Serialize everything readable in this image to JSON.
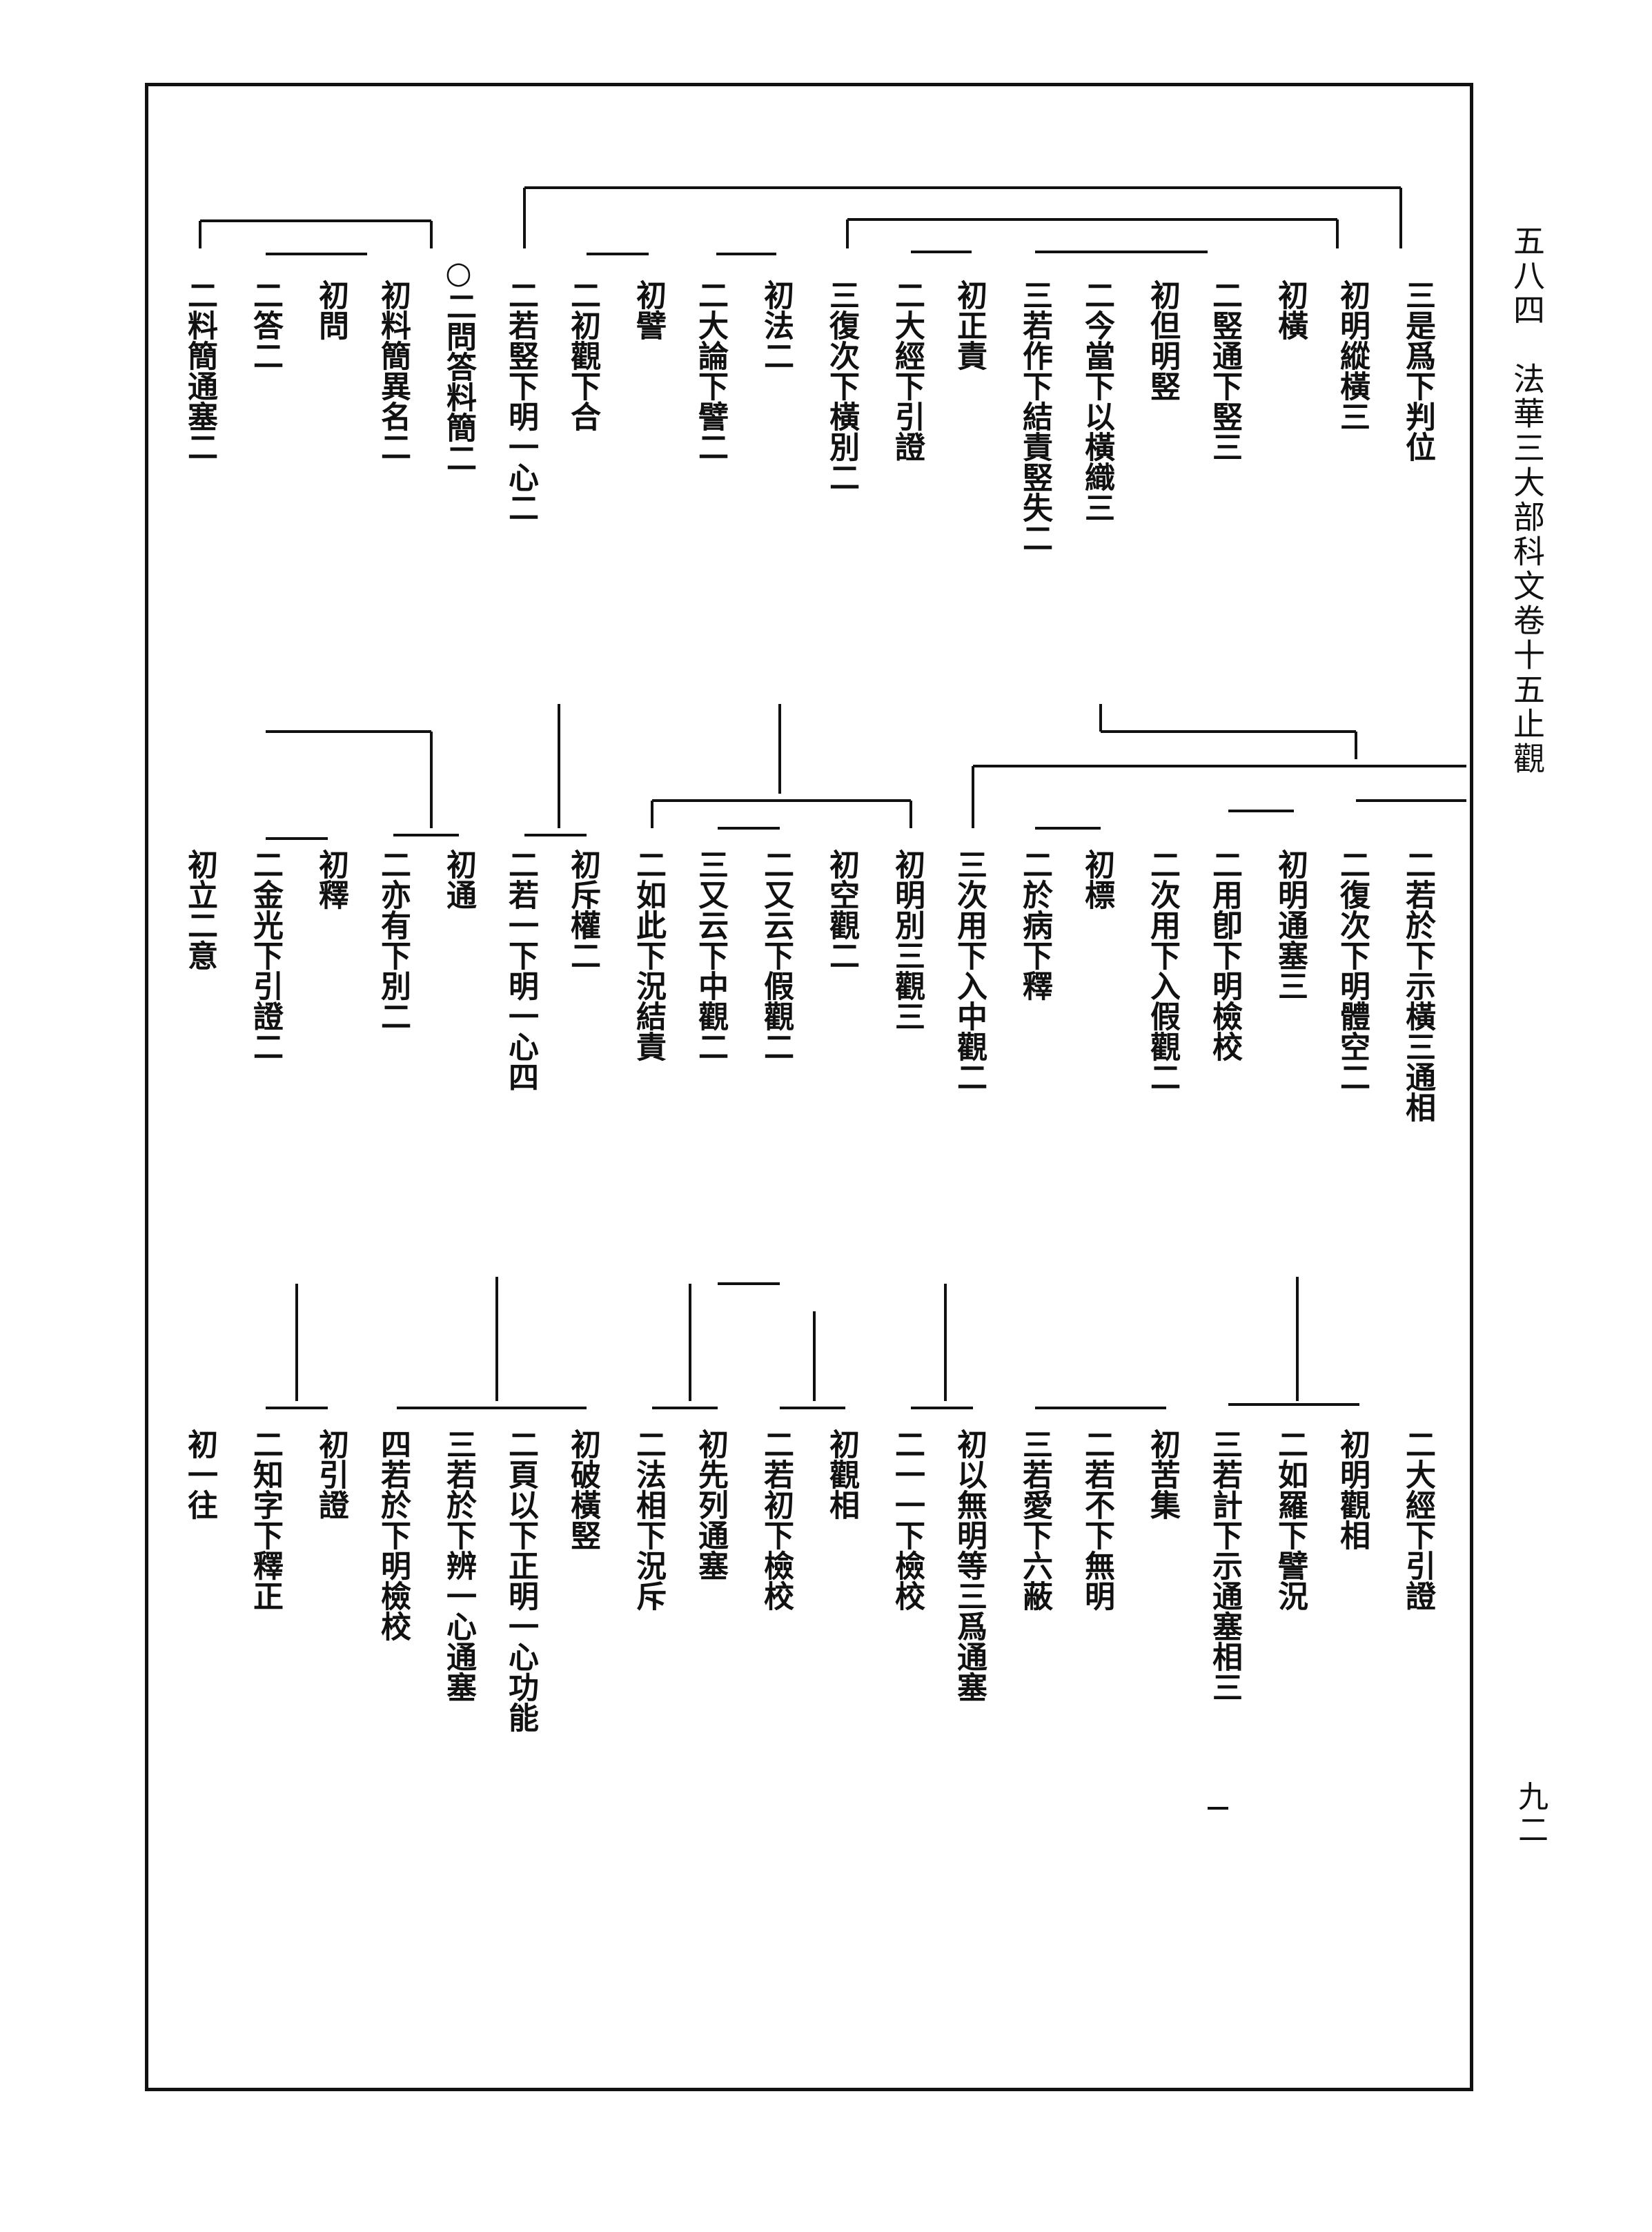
{
  "page": {
    "volume_info": "五八四　法華三大部科文卷十五止觀",
    "page_number": "九二"
  },
  "bands": [
    {
      "entries": [
        "三是爲下判位",
        "初明縱橫三",
        "初橫",
        "二竪通下竪三",
        "初但明竪",
        "二今當下以橫織三",
        "三若作下結責竪失二",
        "初正責",
        "二大經下引證",
        "三復次下橫別二",
        "初法二",
        "二大論下譬二",
        "初譬",
        "二初觀下合",
        "二若竪下明一心二",
        "○二問答料簡二",
        "初料簡異名二",
        "初問",
        "二答二",
        "二料簡通塞二"
      ]
    },
    {
      "entries": [
        "二若於下示橫三通相",
        "二復次下明體空二",
        "初明通塞三",
        "二用卽下明檢校",
        "二次用下入假觀二",
        "初標",
        "二於病下釋",
        "三次用下入中觀二",
        "初明別三觀三",
        "初空觀二",
        "二又云下假觀二",
        "三又云下中觀二",
        "二如此下況結責",
        "初斥權二",
        "二若一下明一心四",
        "初通",
        "二亦有下別二",
        "初釋",
        "二金光下引證二",
        "初立二意"
      ]
    },
    {
      "entries": [
        "二大經下引證",
        "初明觀相",
        "二如羅下譬況",
        "三若計下示通塞相三",
        "初苦集",
        "二若不下無明",
        "三若愛下六蔽",
        "初以無明等三爲通塞",
        "二一一下檢校",
        "初觀相",
        "二若初下檢校",
        "初先列通塞",
        "二法相下況斥",
        "初破橫竪",
        "二頁以下正明一心功能",
        "三若於下辨一心通塞",
        "四若於下明檢校",
        "初引證",
        "二知字下釋正",
        "初一往"
      ]
    }
  ]
}
